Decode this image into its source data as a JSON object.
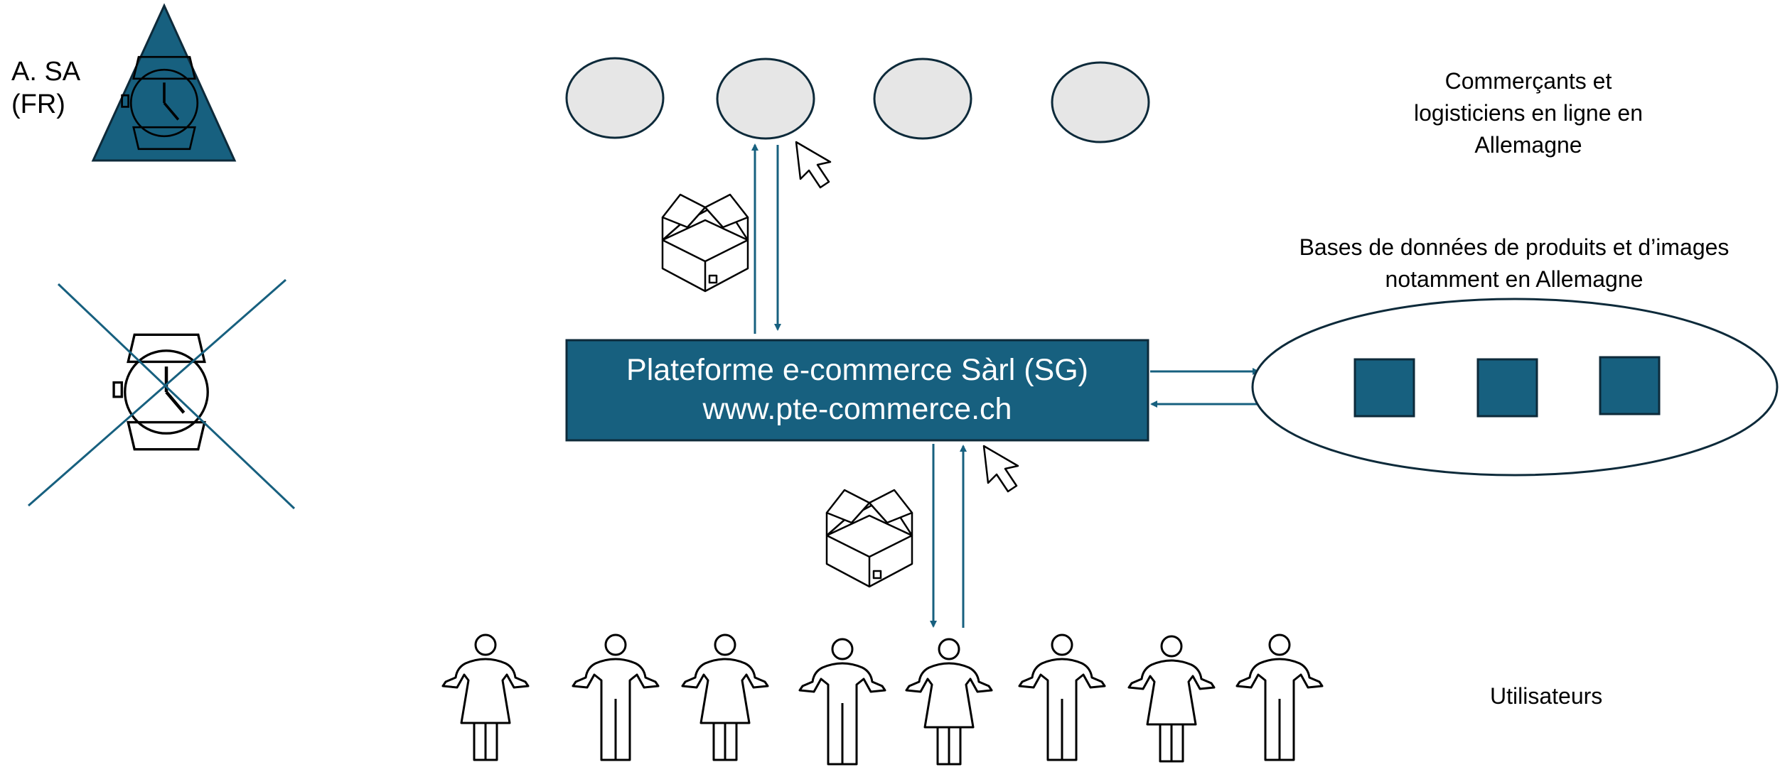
{
  "brand_label": {
    "line1": "A. SA",
    "line2": "(FR)"
  },
  "merchants_label": [
    "Commerçants et",
    "logisticiens en ligne en",
    "Allemagne"
  ],
  "databases_label": [
    "Bases de données de produits et d’images",
    "notamment en Allemagne"
  ],
  "platform": {
    "name": "Plateforme e-commerce Sàrl (SG)",
    "url": "www.pte-commerce.ch"
  },
  "users_label": "Utilisateurs",
  "colors": {
    "accent": "#17607f",
    "node_fill": "#e6e6e6",
    "outline": "#0d2a3a"
  },
  "icons": {
    "brand": "watch-in-triangle-icon",
    "crossed": "crossed-out-watch-icon",
    "package": "package-icon",
    "cursor": "cursor-icon",
    "user_female": "person-female-icon",
    "user_male": "person-male-icon"
  },
  "counts": {
    "merchants": 4,
    "databases": 3,
    "users": 8
  }
}
